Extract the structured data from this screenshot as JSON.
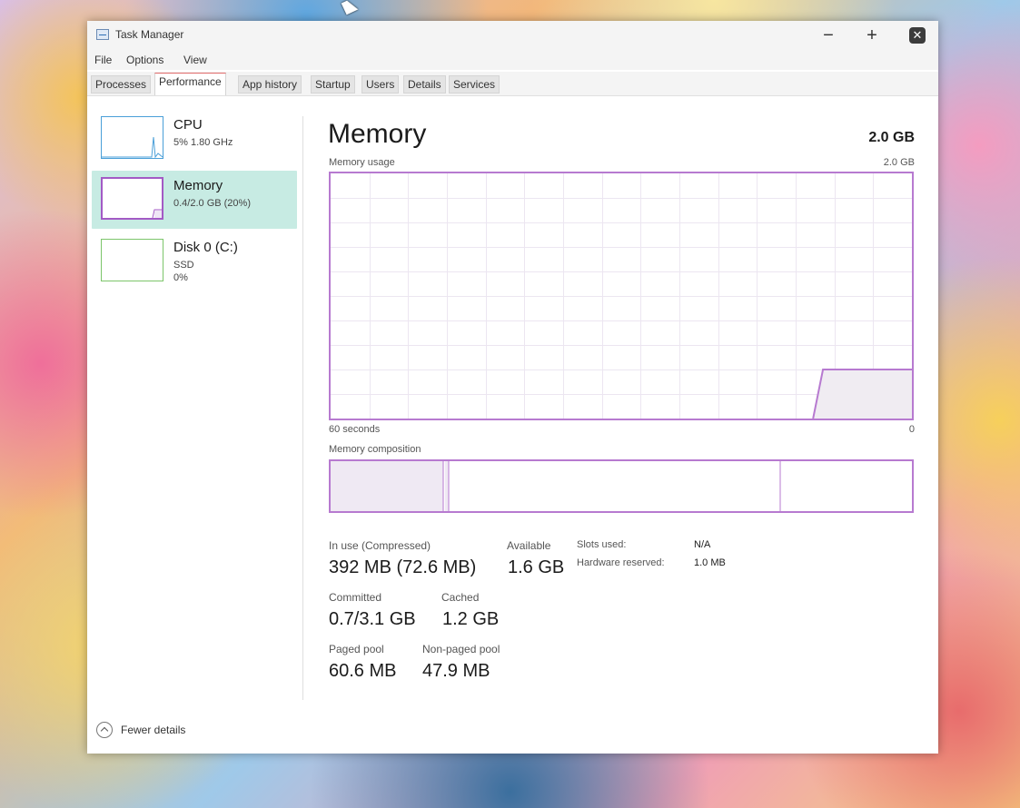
{
  "window": {
    "title": "Task Manager",
    "controls": {
      "minimize": "−",
      "maximize": "+",
      "close": "✕"
    }
  },
  "menu": [
    "File",
    "Options",
    "View"
  ],
  "tabs": [
    {
      "label": "Processes",
      "active": false
    },
    {
      "label": "Performance",
      "active": true
    },
    {
      "label": "App history",
      "active": false
    },
    {
      "label": "Startup",
      "active": false
    },
    {
      "label": "Users",
      "active": false
    },
    {
      "label": "Details",
      "active": false
    },
    {
      "label": "Services",
      "active": false
    }
  ],
  "sidebar": {
    "items": [
      {
        "title": "CPU",
        "lines": [
          "5% 1.80 GHz"
        ],
        "selected": false,
        "color": "#4a9fd8",
        "level": 0.05
      },
      {
        "title": "Memory",
        "lines": [
          "0.4/2.0 GB (20%)"
        ],
        "selected": true,
        "color": "#a35ac5",
        "level": 0.2
      },
      {
        "title": "Disk 0 (C:)",
        "lines": [
          "SSD",
          "0%"
        ],
        "selected": false,
        "color": "#7cc56a",
        "level": 0
      }
    ]
  },
  "main": {
    "heading": "Memory",
    "total": "2.0 GB",
    "usage_label": "Memory usage",
    "usage_max": "2.0 GB",
    "time_left": "60 seconds",
    "time_right": "0",
    "composition_label": "Memory composition",
    "usage_level": 0.2,
    "stats": {
      "in_use_label": "In use (Compressed)",
      "in_use_value": "392 MB (72.6 MB)",
      "available_label": "Available",
      "available_value": "1.6 GB",
      "committed_label": "Committed",
      "committed_value": "0.7/3.1 GB",
      "cached_label": "Cached",
      "cached_value": "1.2 GB",
      "paged_label": "Paged pool",
      "paged_value": "60.6 MB",
      "nonpaged_label": "Non-paged pool",
      "nonpaged_value": "47.9 MB",
      "slots_label": "Slots used:",
      "slots_value": "N/A",
      "hw_label": "Hardware reserved:",
      "hw_value": "1.0 MB"
    }
  },
  "footer": {
    "fewer_details": "Fewer details"
  },
  "colors": {
    "memory_accent": "#b77ad0",
    "selected_bg": "#c7ebe3",
    "close_tab_accent": "#e06b6b"
  }
}
